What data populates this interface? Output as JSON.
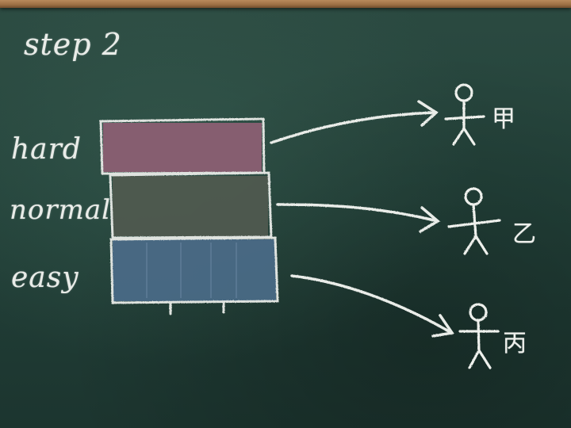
{
  "title": "step 2",
  "levels": [
    {
      "label": "hard",
      "color": "#8b5f73"
    },
    {
      "label": "normal",
      "color": "#4f5a4f"
    },
    {
      "label": "easy",
      "color": "#4a6a86"
    }
  ],
  "people": [
    {
      "label": "甲"
    },
    {
      "label": "乙"
    },
    {
      "label": "丙"
    }
  ],
  "colors": {
    "chalkboard": "#23423a",
    "chalk": "#e9ece8",
    "frame": "#9c6f44"
  },
  "icons": [
    "stick-figure-icon",
    "arrow-icon"
  ]
}
